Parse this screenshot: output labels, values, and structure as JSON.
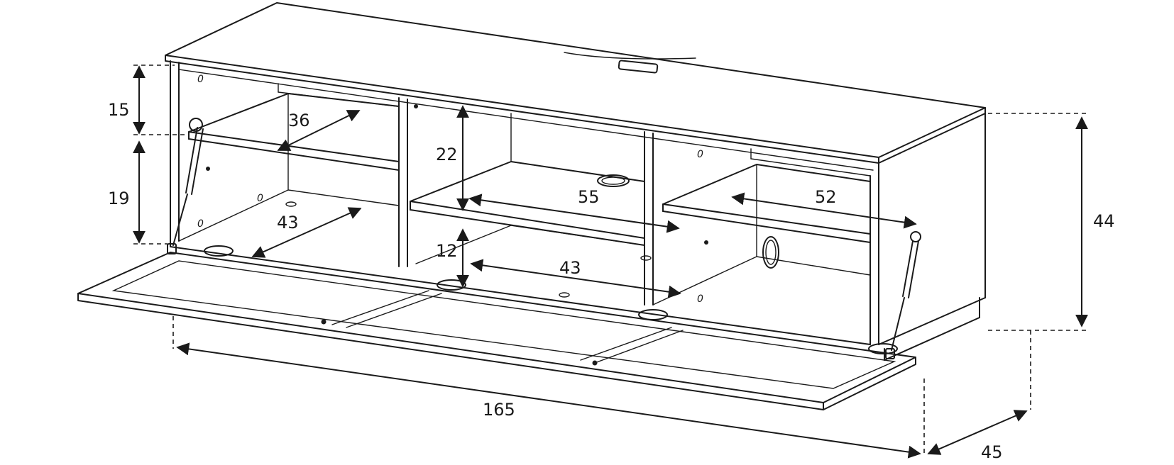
{
  "dimensions": {
    "top_height": "15",
    "shelf_left_depth": "36",
    "left_gap_height": "19",
    "left_bottom_depth": "43",
    "center_upper_height": "22",
    "center_upper_width": "55",
    "center_lower_height": "12",
    "center_lower_width": "43",
    "right_shelf_width": "52",
    "total_height": "44",
    "total_width": "165",
    "total_depth": "45"
  },
  "hole_marks": [
    "0",
    "0",
    "0",
    "0",
    "0"
  ]
}
